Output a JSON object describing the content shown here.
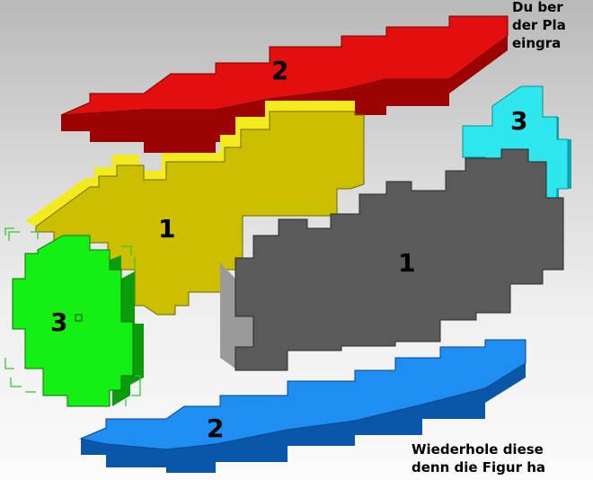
{
  "instructions": {
    "top_lines": [
      "Du ber",
      "der Pla",
      "eingra"
    ],
    "bottom_lines": [
      "Wiederhole diese",
      "denn die Figur ha"
    ]
  },
  "parts": {
    "red_plate": {
      "number": "2",
      "color": "#e10b0b"
    },
    "yellow_plate": {
      "number": "1",
      "color": "#d6c800"
    },
    "cyan_plate": {
      "number": "3",
      "color": "#28e8ef"
    },
    "gray_plate": {
      "number": "1",
      "color": "#5a5a5a"
    },
    "green_plate": {
      "number": "3",
      "color": "#10ee10"
    },
    "blue_plate": {
      "number": "2",
      "color": "#1a8cf2"
    }
  },
  "colors": {
    "background_top": "#b9b9b9",
    "background_bottom": "#fbfbfb",
    "selection_bracket": "#22cc22"
  }
}
